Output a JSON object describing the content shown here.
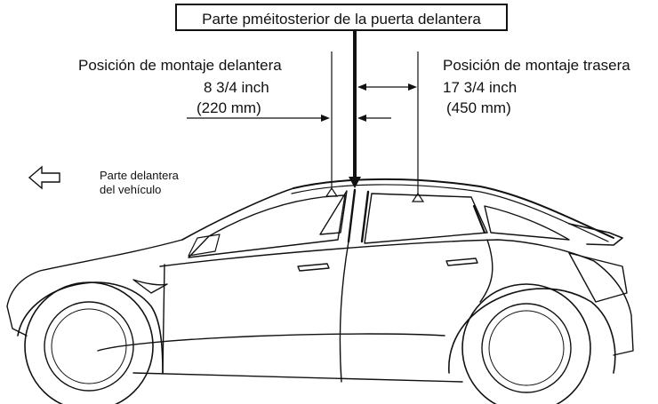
{
  "title_box": "Parte pméitosterior de la puerta delantera",
  "front_mount": {
    "label": "Posición de montaje delantera",
    "inch": "8 3/4 inch",
    "mm": "(220 mm)"
  },
  "rear_mount": {
    "label": "Posición de montaje trasera",
    "inch": "17 3/4 inch",
    "mm": "(450 mm)"
  },
  "front_indicator": {
    "line1": "Parte delantera",
    "line2": "del vehículo"
  },
  "icons": {
    "direction": "arrow-left-outline-icon"
  },
  "colors": {
    "ink": "#111111",
    "background": "#ffffff"
  }
}
